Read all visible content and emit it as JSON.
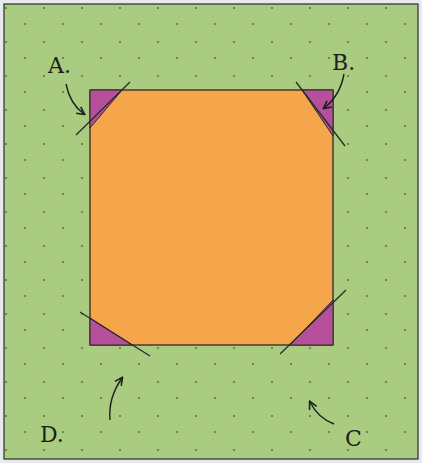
{
  "diagram": {
    "labels": [
      "A.",
      "B.",
      "D.",
      "C"
    ]
  }
}
